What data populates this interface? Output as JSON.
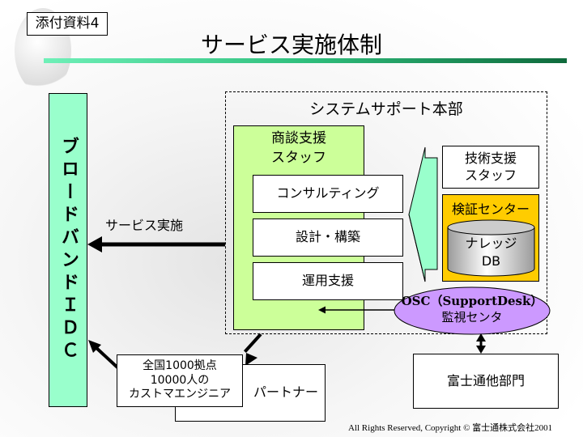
{
  "header": {
    "tag": "添付資料4",
    "title": "サービス実施体制"
  },
  "left_bar": {
    "label": "ブロードバンドＩＤＣ"
  },
  "hq": {
    "title": "システムサポート本部"
  },
  "sales_staff": {
    "line1": "商談支援",
    "line2": "スタッフ",
    "items": [
      "コンサルティング",
      "設計・構築",
      "運用支援"
    ]
  },
  "tech_staff": {
    "line1": "技術支援",
    "line2": "スタッフ"
  },
  "verify_center": {
    "label": "検証センター",
    "db_line1": "ナレッジ",
    "db_line2": "DB"
  },
  "osc": {
    "line1": "OSC（SupportDesk）",
    "line2": "監視センタ"
  },
  "service_label": "サービス実施",
  "engineers": {
    "line1": "全国1000拠点",
    "line2": "10000人の",
    "line3": "カストマエンジニア"
  },
  "partner": "パートナー",
  "fujitsu_other": "富士通他部門",
  "copyright": "All Rights Reserved, Copyright © 富士通株式会社2001",
  "colors": {
    "idc": "#99ffcc",
    "sales": "#ccff99",
    "verify": "#ffcc00",
    "osc": "#cc99ff"
  }
}
